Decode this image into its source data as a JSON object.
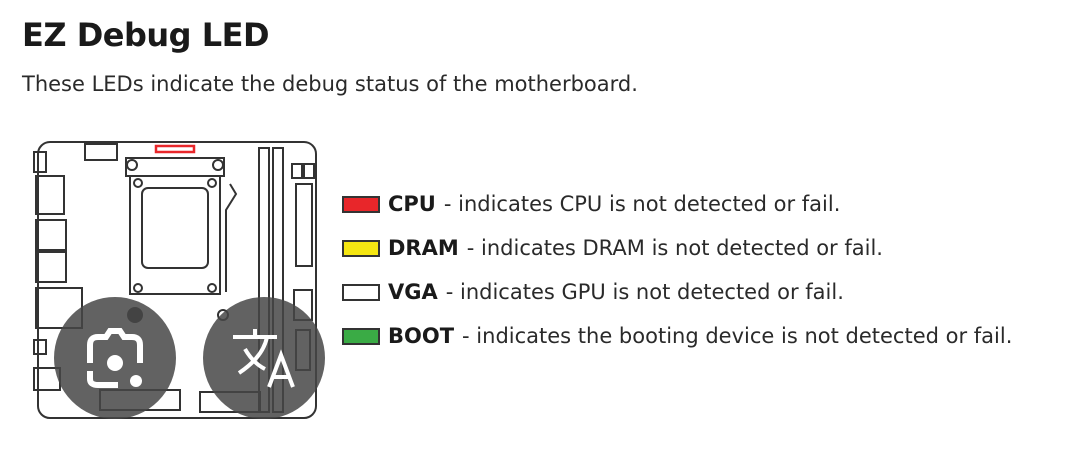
{
  "title": "EZ Debug LED",
  "subtitle": "These LEDs indicate the debug status of the motherboard.",
  "legend": [
    {
      "label": "CPU",
      "text": "- indicates CPU is not detected or fail.",
      "color": "#e8262a"
    },
    {
      "label": "DRAM",
      "text": "- indicates DRAM is not detected or fail.",
      "color": "#f5e612"
    },
    {
      "label": "VGA",
      "text": "- indicates GPU is not detected or fail.",
      "color": "#ffffff"
    },
    {
      "label": "BOOT",
      "text": "- indicates the booting device is not detected or fail.",
      "color": "#3aab45"
    }
  ],
  "overlays": {
    "lens": "camera-lens-icon",
    "translate": "translate-icon"
  }
}
